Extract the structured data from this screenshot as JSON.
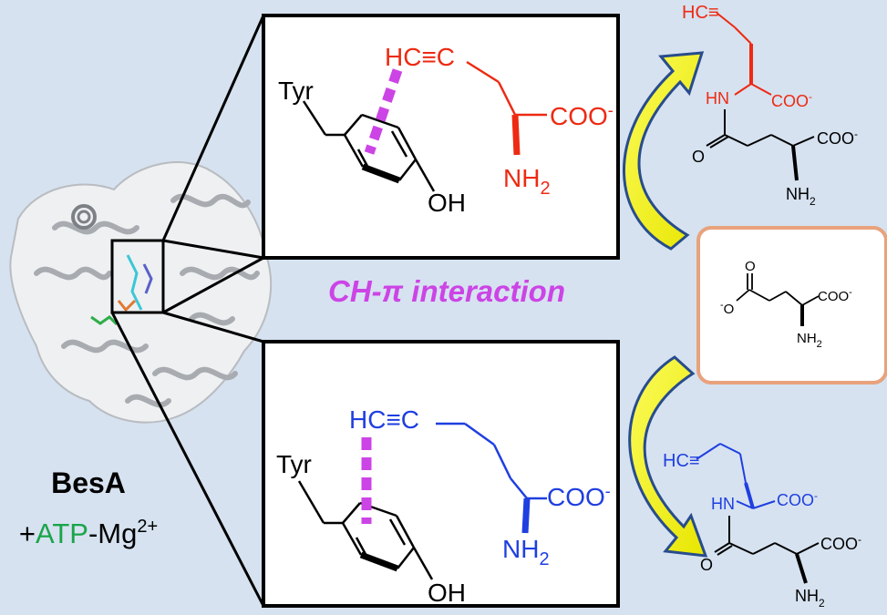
{
  "colors": {
    "background": "#d6e2f0",
    "red": "#ee2a12",
    "blue": "#1f3fe0",
    "magenta": "#cc44e6",
    "green": "#1aa54a",
    "arrow_fill": "#f3f20e",
    "arrow_edge": "#284c8c",
    "glutamate_box_border": "#e8a27c"
  },
  "enzyme": {
    "name": "BesA",
    "cofactor_prefix": "+",
    "cofactor_atp": "ATP",
    "cofactor_suffix": "-Mg",
    "cofactor_charge": "2+"
  },
  "interaction_label": "CH-π interaction",
  "top_panel": {
    "tyr": "Tyr",
    "oh": "OH",
    "alkyne": "HC≡C",
    "carboxylate": "COO",
    "carboxylate_charge": "-",
    "amine": "NH",
    "amine_sub": "2"
  },
  "bottom_panel": {
    "tyr": "Tyr",
    "oh": "OH",
    "alkyne": "HC≡C",
    "carboxylate": "COO",
    "carboxylate_charge": "-",
    "amine": "NH",
    "amine_sub": "2"
  },
  "product_top": {
    "alkyne": "HC≡",
    "hn": "HN",
    "coo_side": "COO",
    "coo_side_charge": "-",
    "oxygen": "O",
    "coo_main": "COO",
    "coo_main_charge": "-",
    "amine": "NH",
    "amine_sub": "2"
  },
  "glutamate": {
    "left_o": "O",
    "left_charge": "-",
    "top_o": "O",
    "coo": "COO",
    "coo_charge": "-",
    "amine": "NH",
    "amine_sub": "2"
  },
  "product_bottom": {
    "alkyne": "HC≡",
    "hn": "HN",
    "coo_side": "COO",
    "coo_side_charge": "-",
    "oxygen": "O",
    "coo_main": "COO",
    "coo_main_charge": "-",
    "amine": "NH",
    "amine_sub": "2"
  }
}
